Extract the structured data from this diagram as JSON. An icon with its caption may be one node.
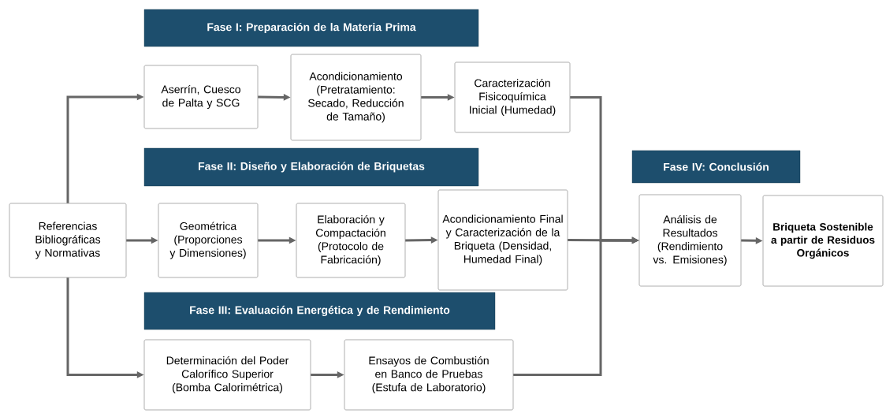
{
  "diagram": {
    "nodes": [
      {
        "text": [
          "Fase I: Preparación de la Materia Prima"
        ]
      },
      {
        "text": [
          "Aserrín, Cuesco de Palta y SCG"
        ]
      },
      {
        "text": [
          "Acondicionamiento (Pretratamiento: Secado, Reducción de Tamaño)"
        ]
      },
      {
        "text": [
          "Caracterización Fisicoquímica Inicial (Humedad)"
        ]
      },
      {
        "text": [
          "Fase II: Diseño y Elaboración de Briquetas"
        ]
      },
      {
        "text": [
          "Referencias Bibliográficas y Normativas"
        ]
      },
      {
        "text": [
          "Geométrica (Proporciones y Dimensiones)"
        ]
      },
      {
        "text": [
          "Elaboración y Compactación (Protocolo de Fabricación)"
        ]
      },
      {
        "text": [
          "Acondicionamiento Final y Caracterización de la Briqueta (Densidad, Humedad Final)"
        ]
      },
      {
        "text": [
          "Fase III: Evaluación Energética y de Rendimiento"
        ]
      },
      {
        "text": [
          "Determinación del Poder Calorífico Superior (Bomba Calorimétrica)"
        ]
      },
      {
        "text": [
          "Ensayos de Combustión en Banco de Pruebas (Estufa de Laboratorio)"
        ]
      },
      {
        "text": [
          "Fase IV: Conclusión"
        ]
      },
      {
        "text": [
          "Análisis de Resultados (Rendimiento vs. Emisiones)"
        ]
      },
      {
        "text": [
          "Briqueta Sostenible a partir de Residuos Orgánicos"
        ]
      }
    ],
    "edges": [
      {
        "from": 5,
        "to": 1,
        "arrow": "to"
      },
      {
        "from": 5,
        "to": 6,
        "arrow": "to"
      },
      {
        "from": 5,
        "to": 10,
        "arrow": "to"
      },
      {
        "from": 1,
        "to": 2,
        "arrow": "to"
      },
      {
        "from": 2,
        "to": 3,
        "arrow": "to"
      },
      {
        "from": 6,
        "to": 7,
        "arrow": "to"
      },
      {
        "from": 7,
        "to": 8,
        "arrow": "to"
      },
      {
        "from": 10,
        "to": 11,
        "arrow": "to"
      },
      {
        "from": 3,
        "to": 13,
        "arrow": "to"
      },
      {
        "from": 8,
        "to": 13,
        "arrow": "to"
      },
      {
        "from": 11,
        "to": 13,
        "arrow": "to"
      },
      {
        "from": 13,
        "to": 14,
        "arrow": "to"
      }
    ]
  }
}
